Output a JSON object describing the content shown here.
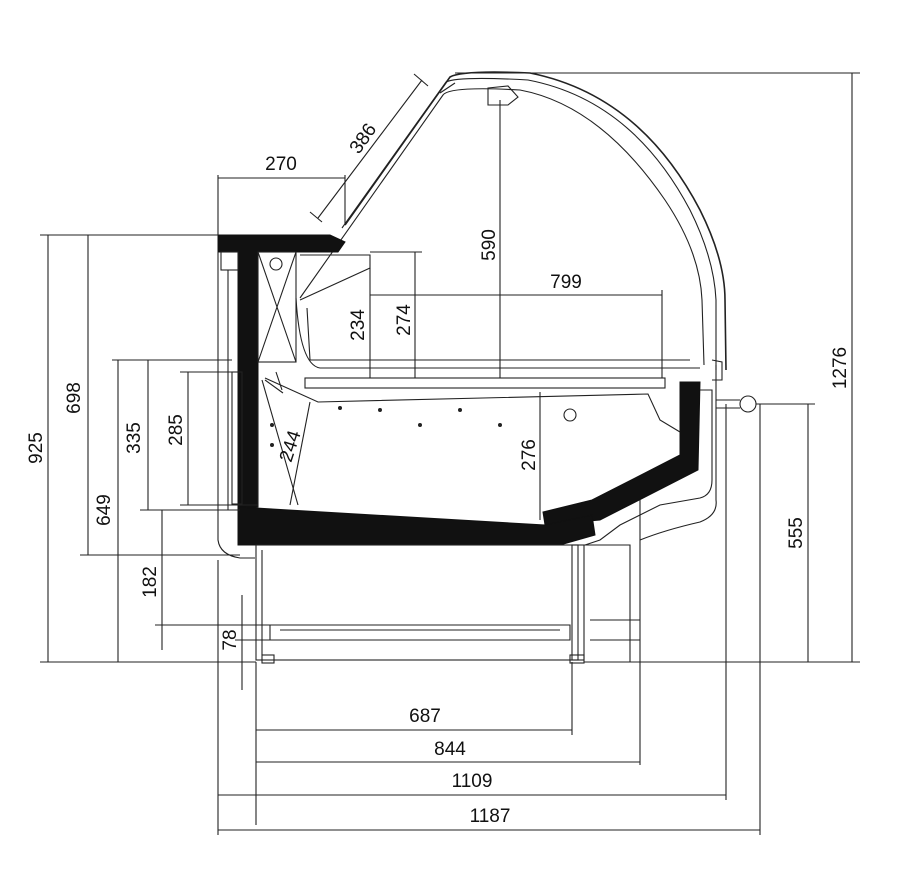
{
  "diagram": {
    "dimensions": {
      "d270": "270",
      "d386": "386",
      "d590": "590",
      "d799": "799",
      "d274": "274",
      "d234": "234",
      "d276": "276",
      "d244": "244",
      "d285": "285",
      "d335": "335",
      "d698": "698",
      "d925": "925",
      "d649": "649",
      "d182": "182",
      "d78": "78",
      "d555": "555",
      "d1276": "1276",
      "d687": "687",
      "d844": "844",
      "d1109": "1109",
      "d1187": "1187"
    }
  }
}
